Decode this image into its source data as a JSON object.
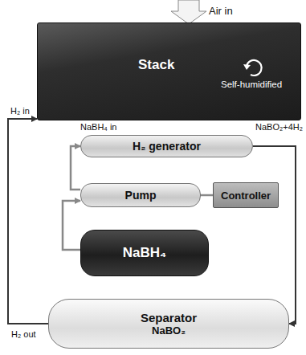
{
  "diagram": {
    "nodes": [
      {
        "text": [
          "Stack",
          "Self-humidified"
        ]
      },
      {
        "text": [
          "H₂ generator"
        ]
      },
      {
        "text": [
          "Pump"
        ]
      },
      {
        "text": [
          "Controller"
        ]
      },
      {
        "text": [
          "NaBH₄"
        ]
      },
      {
        "text": [
          "Separator",
          "NaBO₂"
        ]
      }
    ],
    "edges": [
      {
        "from": 4,
        "to": 2,
        "arrow": "to"
      },
      {
        "from": 2,
        "to": 1,
        "arrow": "to"
      },
      {
        "from": 3,
        "to": 2,
        "arrow": "none"
      },
      {
        "from": 1,
        "to": 5,
        "arrow": "to",
        "label": "NaBO₂+4H₂"
      },
      {
        "from": 5,
        "to": 0,
        "arrow": "to"
      }
    ],
    "labels": [
      "Air in",
      "H₂ in",
      "NaBH₄ in",
      "H₂ out"
    ]
  }
}
